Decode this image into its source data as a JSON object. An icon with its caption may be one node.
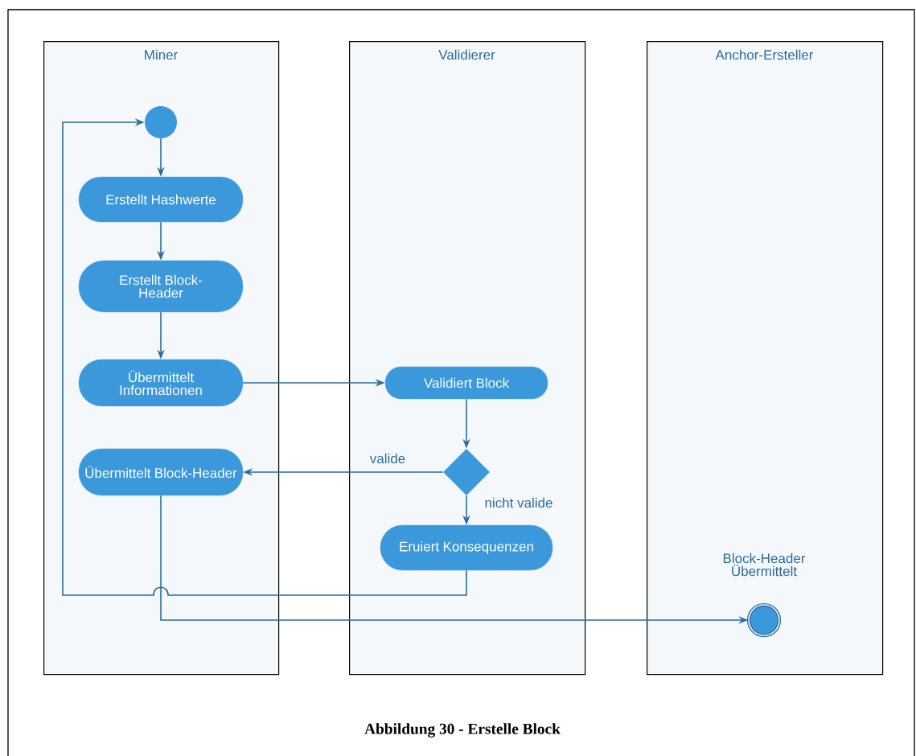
{
  "diagram": {
    "caption": "Abbildung 30 - Erstelle Block",
    "nodes": [
      {
        "text": [
          "Miner"
        ]
      },
      {
        "text": [
          "Validierer"
        ]
      },
      {
        "text": [
          "Anchor-Ersteller"
        ]
      },
      {
        "text": [],
        "shape": "circle",
        "in": 0
      },
      {
        "text": [
          "Erstellt Hashwerte"
        ],
        "in": 0
      },
      {
        "text": [
          "Erstellt Block-Header"
        ],
        "in": 0
      },
      {
        "text": [
          "Übermittelt Informationen"
        ],
        "in": 0
      },
      {
        "text": [
          "Übermittelt Block-Header"
        ],
        "in": 0
      },
      {
        "text": [
          "Validiert Block"
        ],
        "in": 1
      },
      {
        "text": [],
        "shape": "diamond",
        "in": 1
      },
      {
        "text": [
          "Eruiert Konsequenzen"
        ],
        "in": 1
      },
      {
        "text": [],
        "shape": "circle",
        "in": 2,
        "beside": [
          "Block-Header Übermittelt"
        ]
      }
    ],
    "edges": [
      {
        "from": 3,
        "to": 4,
        "arrow": "to"
      },
      {
        "from": 4,
        "to": 5,
        "arrow": "to"
      },
      {
        "from": 5,
        "to": 6,
        "arrow": "to"
      },
      {
        "from": 6,
        "to": 8,
        "arrow": "to"
      },
      {
        "from": 8,
        "to": 9,
        "arrow": "to"
      },
      {
        "from": 9,
        "to": 7,
        "arrow": "to",
        "label": "valide"
      },
      {
        "from": 9,
        "to": 10,
        "arrow": "to",
        "label": "nicht valide"
      },
      {
        "from": 10,
        "to": 3,
        "arrow": "to"
      },
      {
        "from": 7,
        "to": 11,
        "arrow": "to"
      }
    ]
  }
}
